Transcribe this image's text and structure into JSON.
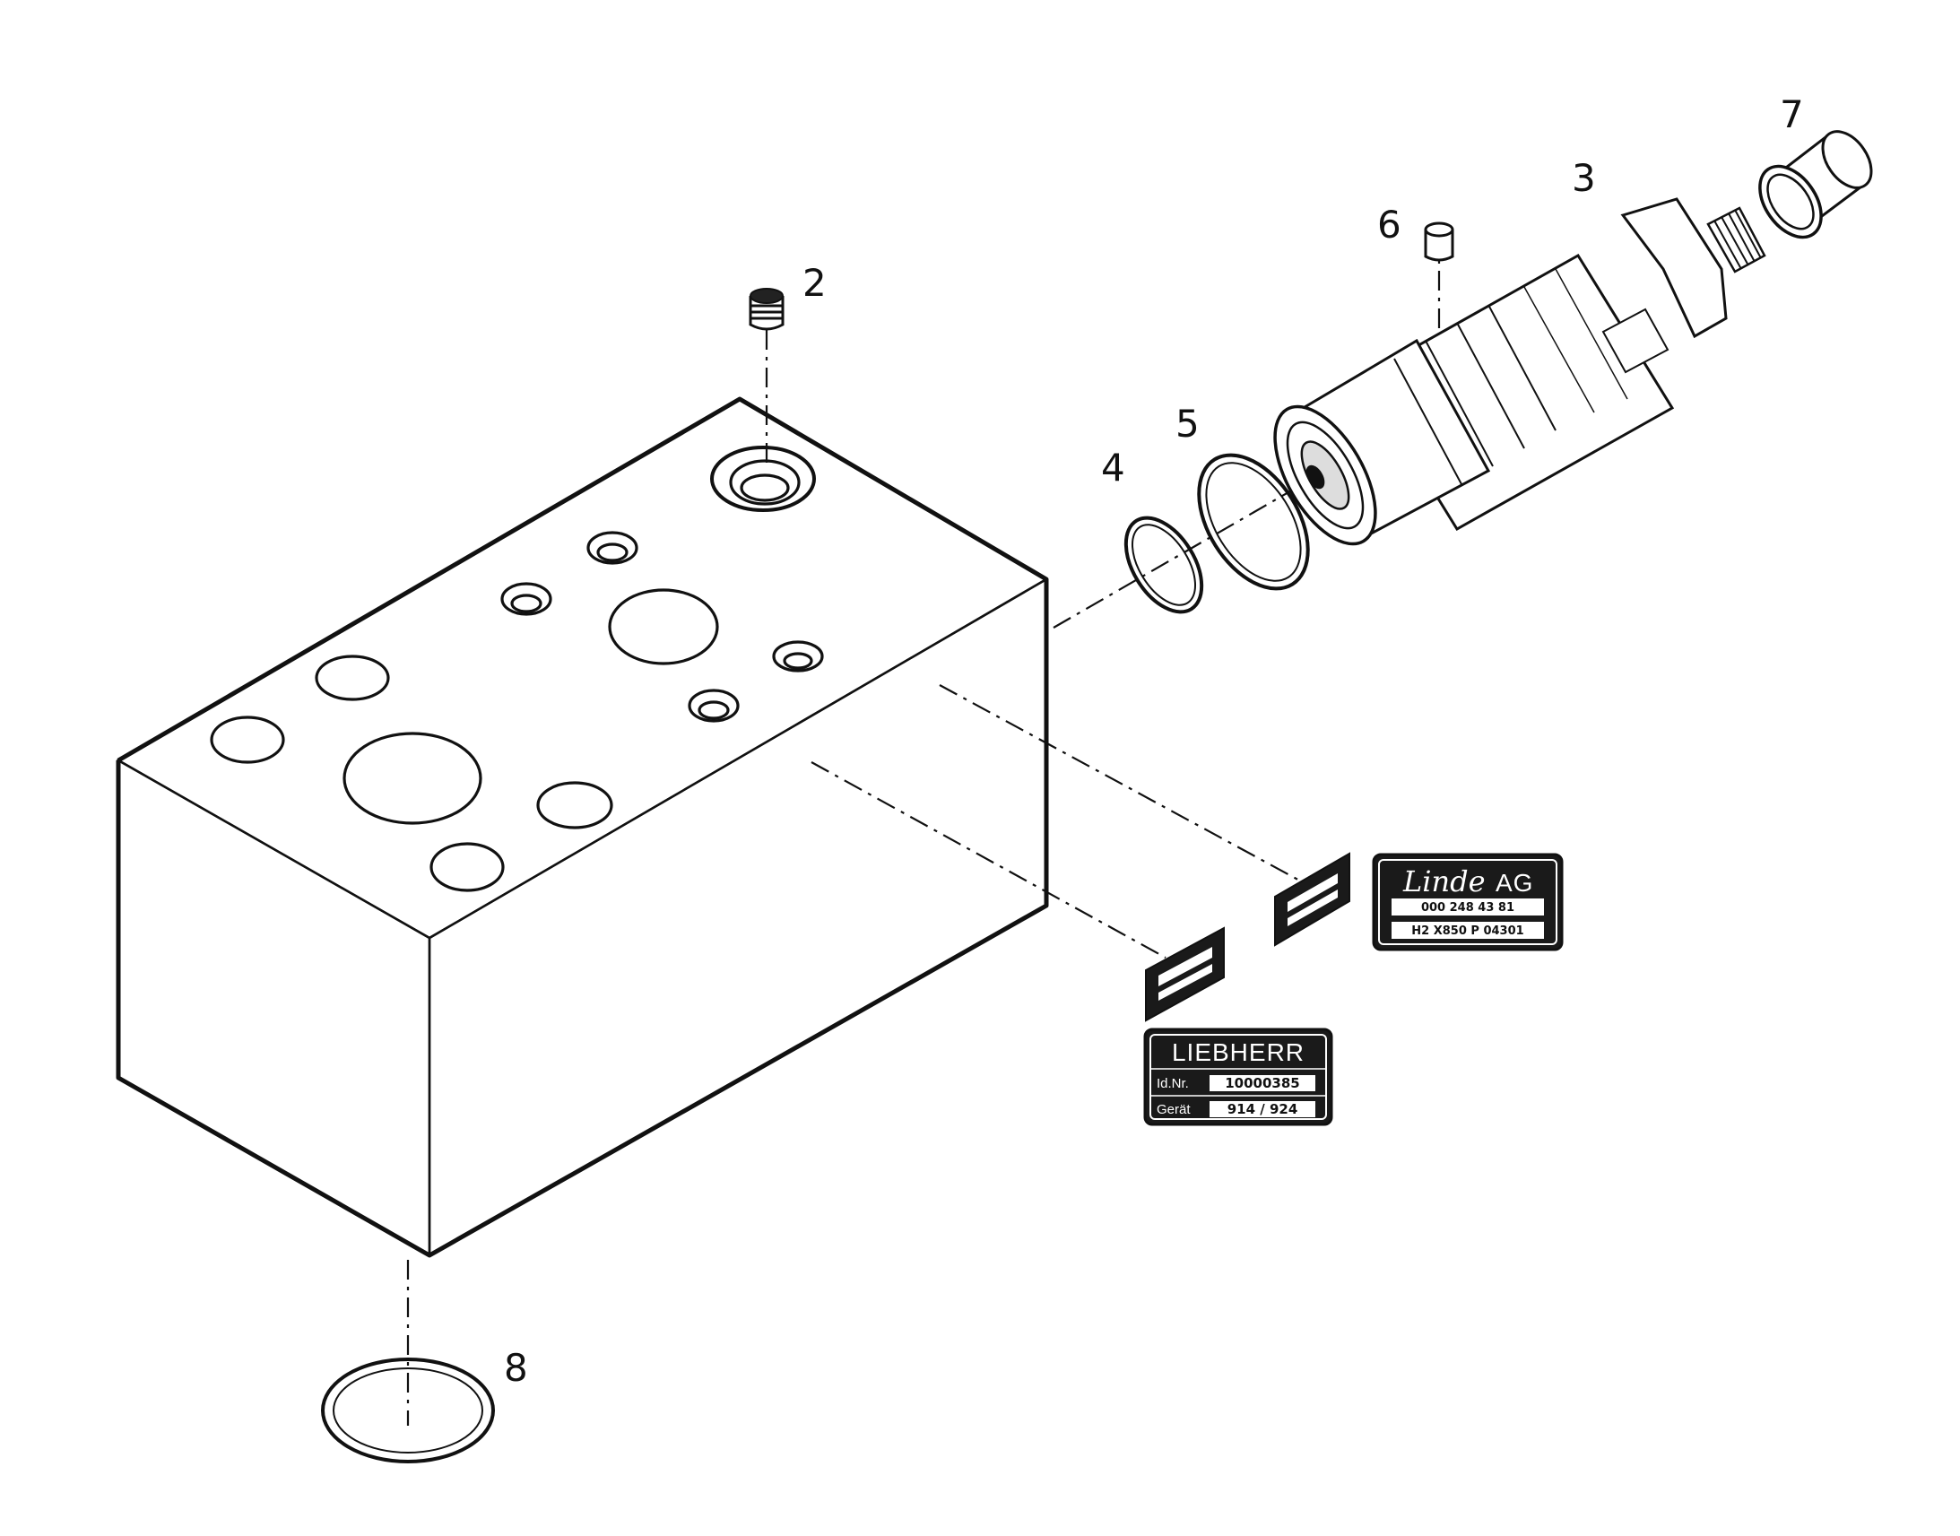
{
  "callouts": {
    "c2": "2",
    "c3": "3",
    "c4": "4",
    "c5": "5",
    "c6": "6",
    "c7": "7",
    "c8": "8"
  },
  "liebherr_plate": {
    "brand": "LIEBHERR",
    "row1_label": "Id.Nr.",
    "row1_value": "10000385",
    "row2_label": "Gerät",
    "row2_value": "914 / 924"
  },
  "linde_plate": {
    "brand_script": "Linde",
    "brand_suffix": "AG",
    "row1_value": "000 248 43 81",
    "row2_value": "H2 X850 P 04301"
  },
  "colors": {
    "line": "#111111",
    "plate": "#1a1a1a",
    "paper": "#ffffff"
  }
}
